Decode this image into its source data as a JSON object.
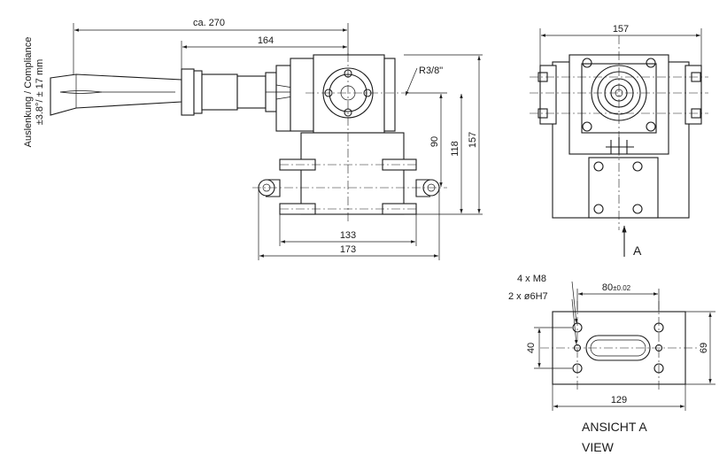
{
  "dimensions": {
    "overall_length": "ca. 270",
    "handle_to_center": "164",
    "mount_hole_spacing": "133",
    "foot_width": "173",
    "center_height": "90",
    "mid_height": "118",
    "total_height": "157",
    "end_view_width": "157",
    "thread": "R3/8\"",
    "bolt_spacing": "80",
    "bolt_spacing_tol": "±0.02",
    "plate_height_inner": "40",
    "plate_height": "69",
    "plate_width": "129",
    "holes_m8": "4 x M8",
    "holes_pin": "2 x ø6H7"
  },
  "labels": {
    "compliance_line1": "Auslenkung / Compliance",
    "compliance_line2": "±3.8°/ ± 17 mm",
    "view_arrow": "A",
    "view_title_line1": "ANSICHT A",
    "view_title_line2": "VIEW"
  }
}
